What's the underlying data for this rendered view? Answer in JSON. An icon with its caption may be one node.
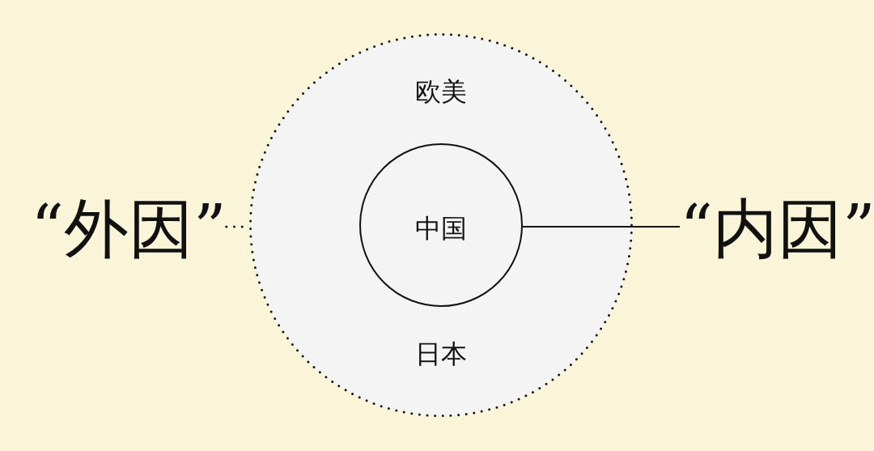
{
  "diagram": {
    "nodes": [
      {
        "text": [
          "“外因”"
        ]
      },
      {
        "text": [
          "欧美",
          "日本"
        ]
      },
      {
        "text": [
          "中国"
        ],
        "in": 1
      },
      {
        "text": [
          "“内因”"
        ]
      }
    ],
    "edges": [
      {
        "from": 0,
        "to": 1,
        "arrow": "none",
        "style": "dashed"
      },
      {
        "from": 2,
        "to": 3,
        "arrow": "none"
      }
    ]
  }
}
